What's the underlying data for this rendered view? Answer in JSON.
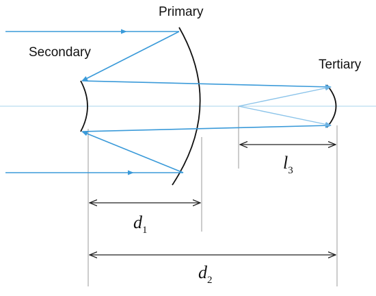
{
  "labels": {
    "primary": "Primary",
    "secondary": "Secondary",
    "tertiary": "Tertiary"
  },
  "dimensions": {
    "d1": {
      "symbol": "d",
      "subscript": "1"
    },
    "d2": {
      "symbol": "d",
      "subscript": "2"
    },
    "l3": {
      "symbol": "l",
      "subscript": "3"
    }
  },
  "colors": {
    "ray": "#3a9ad9",
    "ray_light": "#8cc4ea",
    "axis": "#b9dcef",
    "mirror": "#111111",
    "guide": "#9a9a9a",
    "dimension": "#222222"
  }
}
